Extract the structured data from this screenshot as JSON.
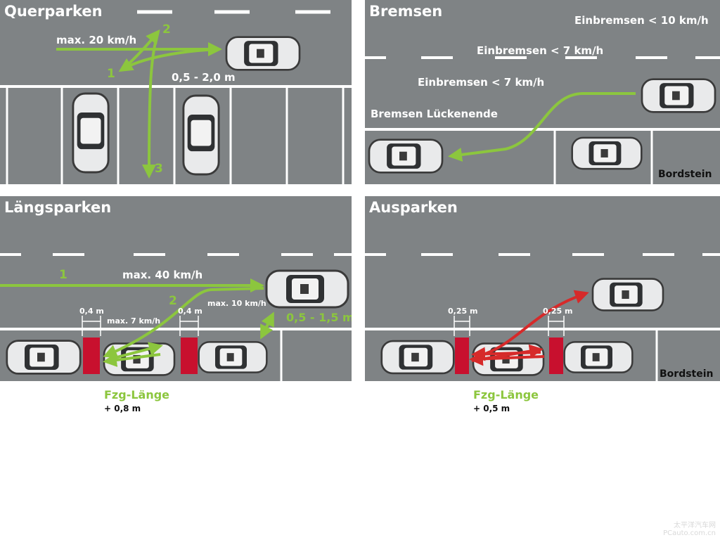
{
  "panels": {
    "querparken": {
      "title": "Querparken",
      "speed": "max. 20 km/h",
      "distance": "0,5 - 2,0 m",
      "steps": [
        "1",
        "2",
        "3"
      ]
    },
    "bremsen": {
      "title": "Bremsen",
      "brake_1": "Einbremsen < 10 km/h",
      "brake_2": "Einbremsen < 7 km/h",
      "brake_3": "Einbremsen < 7 km/h",
      "brake_end": "Bremsen Lückenende",
      "curb": "Bordstein"
    },
    "laengsparken": {
      "title": "Längsparken",
      "speed_1": "max. 40 km/h",
      "speed_2": "max. 10 km/h",
      "speed_3": "max. 7 km/h",
      "gap_left": "0,4 m",
      "gap_right": "0,4 m",
      "distance": "0,5 - 1,5 m",
      "steps": [
        "1",
        "2"
      ],
      "formula_label": "Fzg-Länge",
      "formula_value": "+ 0,8 m"
    },
    "ausparken": {
      "title": "Ausparken",
      "gap_left": "0,25 m",
      "gap_right": "0,25 m",
      "curb": "Bordstein",
      "formula_label": "Fzg-Länge",
      "formula_value": "+ 0,5 m"
    }
  },
  "watermark": {
    "line1": "太平洋汽车网",
    "line2": "PCauto.com.cn"
  },
  "colors": {
    "asphalt": "#7f8385",
    "marking": "#ffffff",
    "arrow_green": "#8cc63e",
    "arrow_red": "#d62a2a",
    "gap_block": "#c8102e"
  }
}
